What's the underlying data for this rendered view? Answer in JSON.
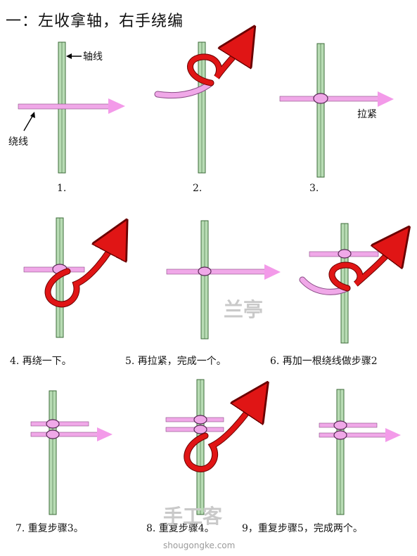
{
  "title": "一：左收拿轴，右手绕编",
  "annotations": {
    "axis_line": "轴线",
    "wrap_line": "绕线",
    "pull_tight": "拉紧"
  },
  "steps": [
    {
      "caption": "1."
    },
    {
      "caption": "2."
    },
    {
      "caption": "3."
    },
    {
      "caption": "4. 再绕一下。"
    },
    {
      "caption": "5. 再拉紧，完成一个。"
    },
    {
      "caption": "6. 再加一根绕线做步骤2"
    },
    {
      "caption": "7. 重复步骤3。"
    },
    {
      "caption": "8. 重复步骤4。"
    },
    {
      "caption": "9，重复步骤5，完成两个。"
    }
  ],
  "watermarks": {
    "center_mark": "兰亭",
    "brand_mark": "手工客",
    "brand_url": "shougongke.com"
  },
  "colors": {
    "axis": "#b8dcb4",
    "axis_edge": "#3d6b3a",
    "cord": "#f0a8e8",
    "cord_edge": "#8a4b86",
    "loop": "#e01515",
    "loop_edge": "#6a0000",
    "arrow_pink": "#f39ae9"
  }
}
